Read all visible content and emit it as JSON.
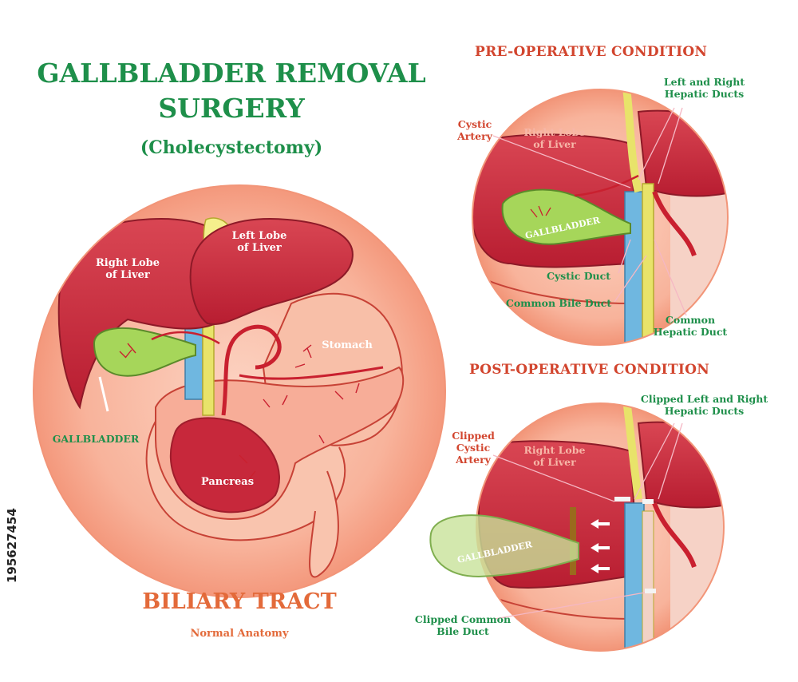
{
  "title": {
    "line1": "GALLBLADDER REMOVAL",
    "line2": "SURGERY",
    "subtitle": "(Cholecystectomy)"
  },
  "main": {
    "footer_title": "BILIARY TRACT",
    "footer_subtitle": "Normal Anatomy",
    "labels": {
      "right_lobe": "Right Lobe\nof Liver",
      "left_lobe": "Left Lobe\nof Liver",
      "stomach": "Stomach",
      "gallbladder": "GALLBLADDER",
      "pancreas": "Pancreas"
    }
  },
  "pre_op": {
    "heading": "PRE-OPERATIVE CONDITION",
    "labels": {
      "hepatic_ducts": "Left and Right\nHepatic Ducts",
      "cystic_artery": "Cystic\nArtery",
      "right_lobe": "Right Lobe\nof Liver",
      "gallbladder": "GALLBLADDER",
      "cystic_duct": "Cystic Duct",
      "common_bile_duct": "Common Bile Duct",
      "common_hepatic_duct": "Common\nHepatic Duct"
    }
  },
  "post_op": {
    "heading": "POST-OPERATIVE CONDITION",
    "labels": {
      "clipped_hepatic": "Clipped Left and Right\nHepatic Ducts",
      "clipped_cystic_artery": "Clipped\nCystic\nArtery",
      "right_lobe": "Right Lobe\nof Liver",
      "gallbladder": "GALLBLADDER",
      "clipped_common_bile_duct": "Clipped Common\nBile Duct"
    }
  },
  "stock_id": "195627454",
  "colors": {
    "title_green": "#1e8f4a",
    "heading_red": "#d2452e",
    "circle_bg": "#f8a98f",
    "liver": "#c8283a",
    "gallbladder": "#a6d65a",
    "bile_duct": "#e8e36a",
    "portal_vein": "#6fb7e0"
  }
}
